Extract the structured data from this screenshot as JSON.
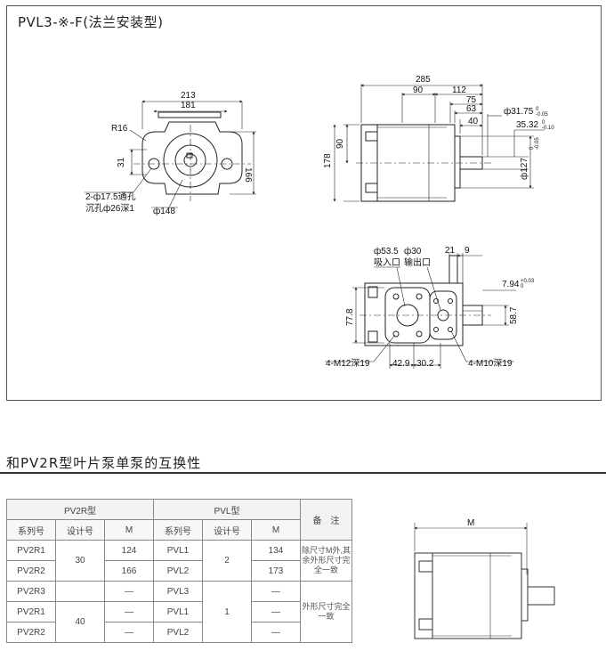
{
  "drawing": {
    "title": "PVL3-※-F(法兰安装型)",
    "front_view": {
      "dims": [
        "213",
        "181",
        "R16",
        "31",
        "166",
        "ф148"
      ],
      "hole_note_line1": "2-ф17.5通孔",
      "hole_note_line2": "沉孔ф26深1"
    },
    "side_view": {
      "dims": [
        "285",
        "90",
        "112",
        "75",
        "63",
        "40",
        "90",
        "178",
        "ф31.75",
        "35.32",
        "ф127"
      ],
      "tol_3175_top": "0",
      "tol_3175_bottom": "-0.05",
      "tol_3532_top": "0",
      "tol_3532_bottom": "-0.10",
      "tol_127_top": "0",
      "tol_127_bottom": "-0.05"
    },
    "port_view": {
      "suction_dia": "ф53.5",
      "suction_label": "吸入口",
      "outlet_dia": "ф30",
      "outlet_label": "输出口",
      "dims": [
        "21",
        "9",
        "77.8",
        "58.7",
        "42.9",
        "30.2"
      ],
      "key_dim": "7.94",
      "key_tol_top": "+0.03",
      "key_tol_bottom": "0",
      "suction_thread": "4-M12深19",
      "outlet_thread": "4-M10深19"
    }
  },
  "section": {
    "title": "和PV2R型叶片泵单泵的互换性"
  },
  "table": {
    "group_headers": [
      "PV2R型",
      "PVL型",
      "备　注"
    ],
    "sub_headers": [
      "系列号",
      "设计号",
      "M",
      "系列号",
      "设计号",
      "M"
    ],
    "rows": [
      [
        "PV2R1",
        "30",
        "124",
        "PVL1",
        "2",
        "134"
      ],
      [
        "PV2R2",
        "",
        "166",
        "PVL2",
        "",
        "173"
      ],
      [
        "PV2R3",
        "",
        "—",
        "PVL3",
        "1",
        "—"
      ],
      [
        "PV2R1",
        "40",
        "—",
        "PVL1",
        "",
        "—"
      ],
      [
        "PV2R2",
        "",
        "—",
        "PVL2",
        "",
        "—"
      ]
    ],
    "note_1": "除尺寸M外,其余外形尺寸完全一致",
    "note_2": "外形尺寸完全一致"
  },
  "small_drawing": {
    "label": "M"
  }
}
